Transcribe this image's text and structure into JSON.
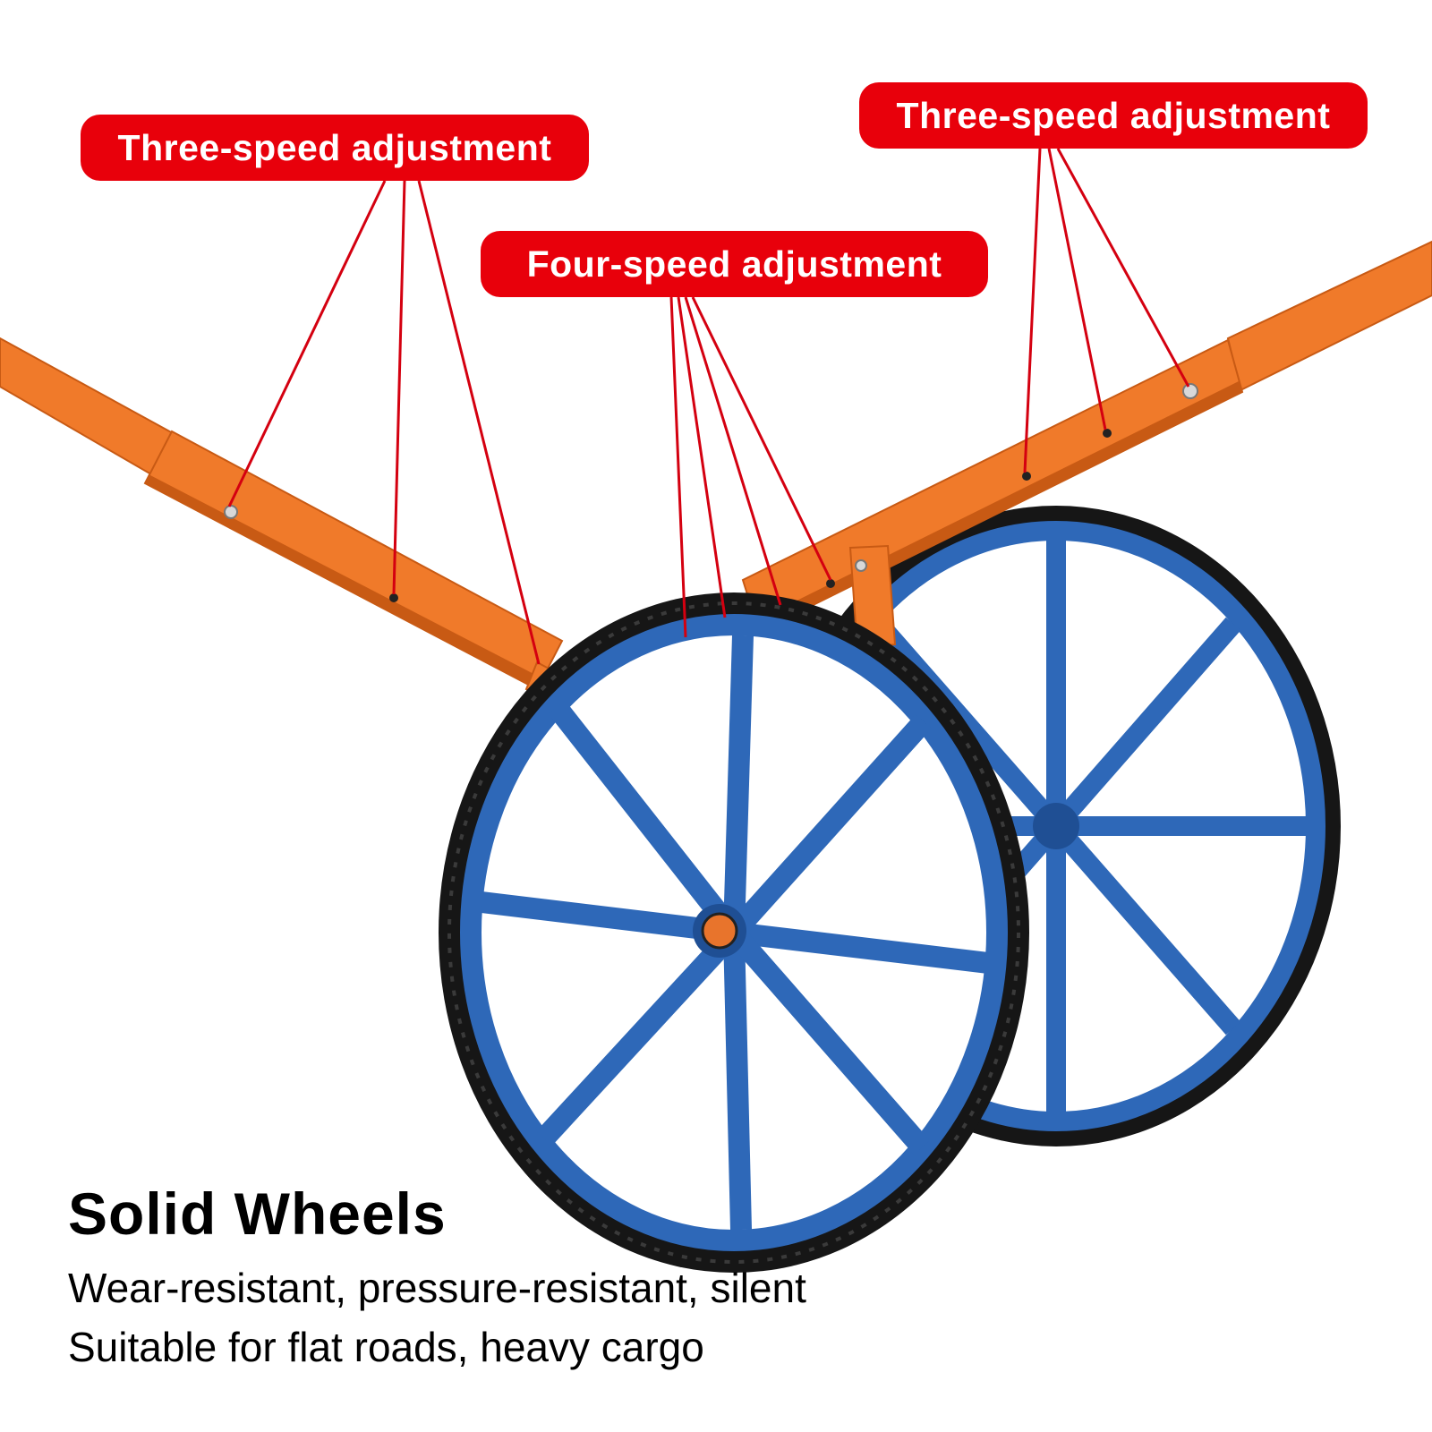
{
  "colors": {
    "frame": "#f07a2a",
    "frame_dark": "#c85a14",
    "rim": "#2e68b8",
    "rim_dark": "#1f4f94",
    "tire": "#161616",
    "callout": "#e8000b",
    "leader": "#d40010",
    "hub": "#e8742c"
  },
  "callouts": {
    "left": "Three-speed adjustment",
    "middle": "Four-speed adjustment",
    "right": "Three-speed adjustment"
  },
  "caption": {
    "title": "Solid Wheels",
    "line1": "Wear-resistant, pressure-resistant, silent",
    "line2": "Suitable for flat roads, heavy cargo"
  },
  "icons": [
    "frame-handle",
    "wheel",
    "adjustment-hole"
  ]
}
